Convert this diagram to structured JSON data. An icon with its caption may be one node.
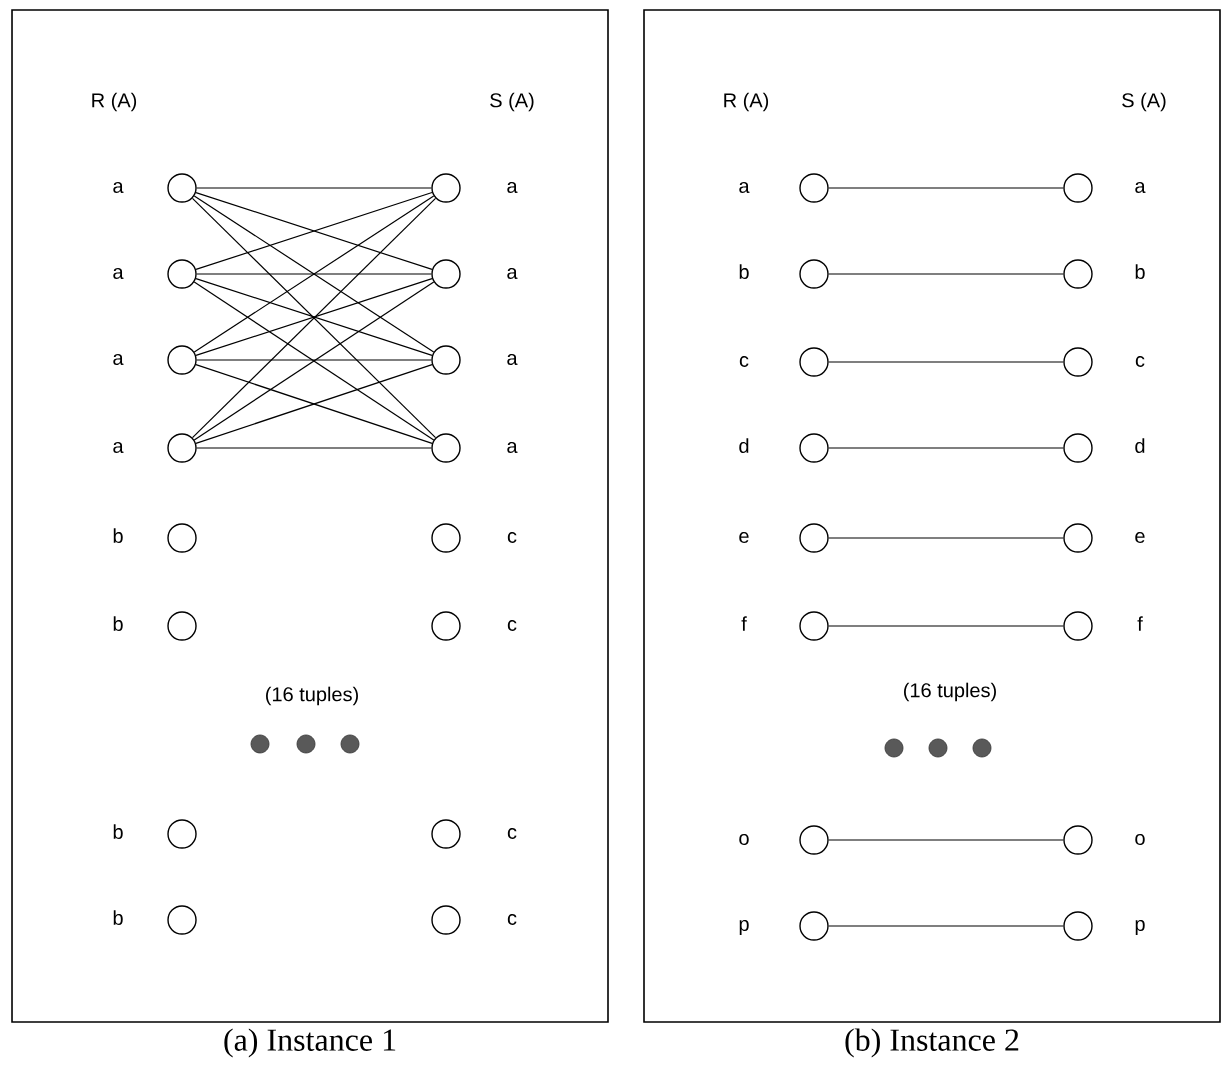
{
  "diagram": {
    "nodes": [
      {
        "text": [],
        "shape": "box",
        "beside": [
          "(a) Instance 1"
        ]
      },
      {
        "text": [],
        "shape": "circle",
        "in": 0,
        "beside": [
          "a"
        ]
      },
      {
        "text": [],
        "shape": "circle",
        "in": 0,
        "beside": [
          "a"
        ]
      },
      {
        "text": [],
        "shape": "circle",
        "in": 0,
        "beside": [
          "a"
        ]
      },
      {
        "text": [],
        "shape": "circle",
        "in": 0,
        "beside": [
          "a"
        ]
      },
      {
        "text": [],
        "shape": "circle",
        "in": 0,
        "beside": [
          "a"
        ]
      },
      {
        "text": [],
        "shape": "circle",
        "in": 0,
        "beside": [
          "a"
        ]
      },
      {
        "text": [],
        "shape": "circle",
        "in": 0,
        "beside": [
          "a"
        ]
      },
      {
        "text": [],
        "shape": "circle",
        "in": 0,
        "beside": [
          "a"
        ]
      },
      {
        "text": [],
        "shape": "circle",
        "in": 0,
        "beside": [
          "b"
        ]
      },
      {
        "text": [],
        "shape": "circle",
        "in": 0,
        "beside": [
          "c"
        ]
      },
      {
        "text": [],
        "shape": "circle",
        "in": 0,
        "beside": [
          "b"
        ]
      },
      {
        "text": [],
        "shape": "circle",
        "in": 0,
        "beside": [
          "c"
        ]
      },
      {
        "text": [],
        "shape": "circle",
        "in": 0,
        "beside": [
          "b"
        ]
      },
      {
        "text": [],
        "shape": "circle",
        "in": 0,
        "beside": [
          "c"
        ]
      },
      {
        "text": [],
        "shape": "circle",
        "in": 0,
        "beside": [
          "b"
        ]
      },
      {
        "text": [],
        "shape": "circle",
        "in": 0,
        "beside": [
          "c"
        ]
      },
      {
        "text": [],
        "shape": "box",
        "beside": [
          "(b) Instance 2"
        ]
      },
      {
        "text": [],
        "shape": "circle",
        "in": 17,
        "beside": [
          "a"
        ]
      },
      {
        "text": [],
        "shape": "circle",
        "in": 17,
        "beside": [
          "a"
        ]
      },
      {
        "text": [],
        "shape": "circle",
        "in": 17,
        "beside": [
          "b"
        ]
      },
      {
        "text": [],
        "shape": "circle",
        "in": 17,
        "beside": [
          "b"
        ]
      },
      {
        "text": [],
        "shape": "circle",
        "in": 17,
        "beside": [
          "c"
        ]
      },
      {
        "text": [],
        "shape": "circle",
        "in": 17,
        "beside": [
          "c"
        ]
      },
      {
        "text": [],
        "shape": "circle",
        "in": 17,
        "beside": [
          "d"
        ]
      },
      {
        "text": [],
        "shape": "circle",
        "in": 17,
        "beside": [
          "d"
        ]
      },
      {
        "text": [],
        "shape": "circle",
        "in": 17,
        "beside": [
          "e"
        ]
      },
      {
        "text": [],
        "shape": "circle",
        "in": 17,
        "beside": [
          "e"
        ]
      },
      {
        "text": [],
        "shape": "circle",
        "in": 17,
        "beside": [
          "f"
        ]
      },
      {
        "text": [],
        "shape": "circle",
        "in": 17,
        "beside": [
          "f"
        ]
      },
      {
        "text": [],
        "shape": "circle",
        "in": 17,
        "beside": [
          "o"
        ]
      },
      {
        "text": [],
        "shape": "circle",
        "in": 17,
        "beside": [
          "o"
        ]
      },
      {
        "text": [],
        "shape": "circle",
        "in": 17,
        "beside": [
          "p"
        ]
      },
      {
        "text": [],
        "shape": "circle",
        "in": 17,
        "beside": [
          "p"
        ]
      }
    ],
    "edges": [
      {
        "from": 1,
        "to": 2,
        "arrow": "none"
      },
      {
        "from": 1,
        "to": 4,
        "arrow": "none"
      },
      {
        "from": 1,
        "to": 6,
        "arrow": "none"
      },
      {
        "from": 1,
        "to": 8,
        "arrow": "none"
      },
      {
        "from": 3,
        "to": 2,
        "arrow": "none"
      },
      {
        "from": 3,
        "to": 4,
        "arrow": "none"
      },
      {
        "from": 3,
        "to": 6,
        "arrow": "none"
      },
      {
        "from": 3,
        "to": 8,
        "arrow": "none"
      },
      {
        "from": 5,
        "to": 2,
        "arrow": "none"
      },
      {
        "from": 5,
        "to": 4,
        "arrow": "none"
      },
      {
        "from": 5,
        "to": 6,
        "arrow": "none"
      },
      {
        "from": 5,
        "to": 8,
        "arrow": "none"
      },
      {
        "from": 7,
        "to": 2,
        "arrow": "none"
      },
      {
        "from": 7,
        "to": 4,
        "arrow": "none"
      },
      {
        "from": 7,
        "to": 6,
        "arrow": "none"
      },
      {
        "from": 7,
        "to": 8,
        "arrow": "none"
      },
      {
        "from": 18,
        "to": 19,
        "arrow": "none"
      },
      {
        "from": 20,
        "to": 21,
        "arrow": "none"
      },
      {
        "from": 22,
        "to": 23,
        "arrow": "none"
      },
      {
        "from": 24,
        "to": 25,
        "arrow": "none"
      },
      {
        "from": 26,
        "to": 27,
        "arrow": "none"
      },
      {
        "from": 28,
        "to": 29,
        "arrow": "none"
      },
      {
        "from": 30,
        "to": 31,
        "arrow": "none"
      },
      {
        "from": 32,
        "to": 33,
        "arrow": "none"
      }
    ],
    "labels": [
      "R (A)",
      "S (A)",
      "(16 tuples)",
      "R (A)",
      "S (A)",
      "(16 tuples)"
    ]
  }
}
